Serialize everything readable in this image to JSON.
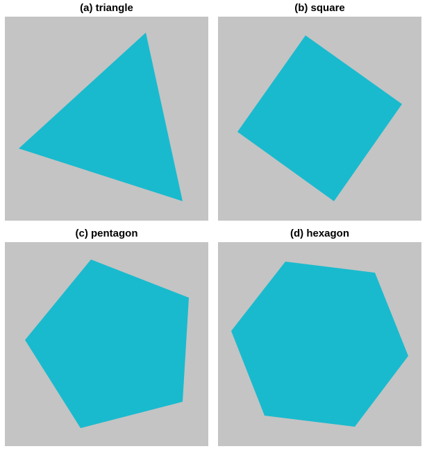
{
  "colors": {
    "background": "#c4c4c4",
    "shape_fill": "#19bace",
    "title_text": "#000000"
  },
  "panels": [
    {
      "title": "(a) triangle",
      "shape": "triangle",
      "sides": 3
    },
    {
      "title": "(b) square",
      "shape": "square",
      "sides": 4
    },
    {
      "title": "(c) pentagon",
      "shape": "pentagon",
      "sides": 5
    },
    {
      "title": "(d) hexagon",
      "shape": "hexagon",
      "sides": 6
    }
  ]
}
